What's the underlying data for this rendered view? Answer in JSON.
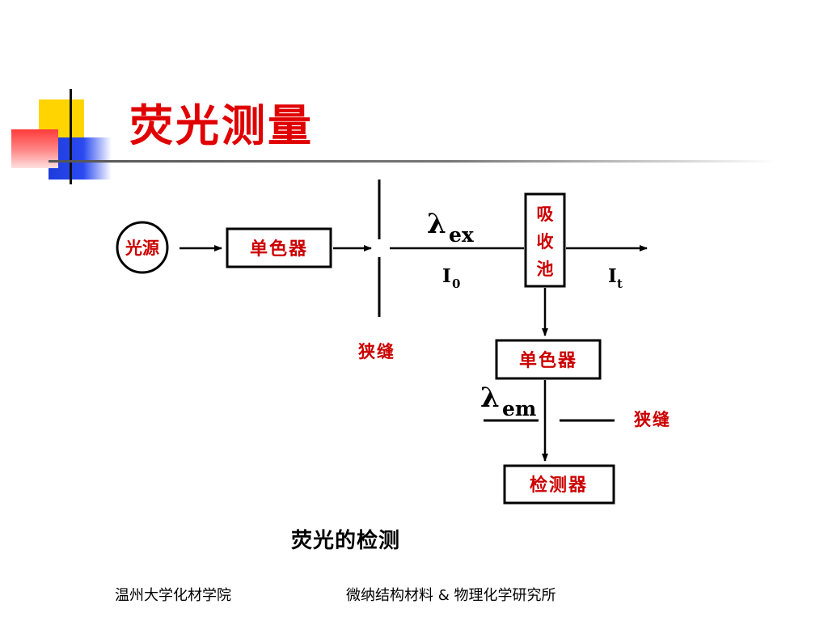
{
  "slide": {
    "title": "荧光测量",
    "caption": "荧光的检测",
    "footer": {
      "left": "温州大学化材学院",
      "right": "微纳结构材料 & 物理化学研究所"
    }
  },
  "diagram": {
    "light_source": "光源",
    "monochromator_1": "单色器",
    "slit_1": "狭缝",
    "lambda_symbol": "λ",
    "excitation_subscript": "ex",
    "incident_intensity": {
      "symbol": "I",
      "subscript": "0"
    },
    "absorption_cell": [
      "吸",
      "收",
      "池"
    ],
    "transmitted_intensity": {
      "symbol": "I",
      "subscript": "t"
    },
    "monochromator_2": "单色器",
    "emission_subscript": "em",
    "slit_2": "狭缝",
    "detector": "检测器"
  },
  "colors": {
    "title_red": "#e00000",
    "label_red": "#cc0000",
    "line": "#000000"
  }
}
